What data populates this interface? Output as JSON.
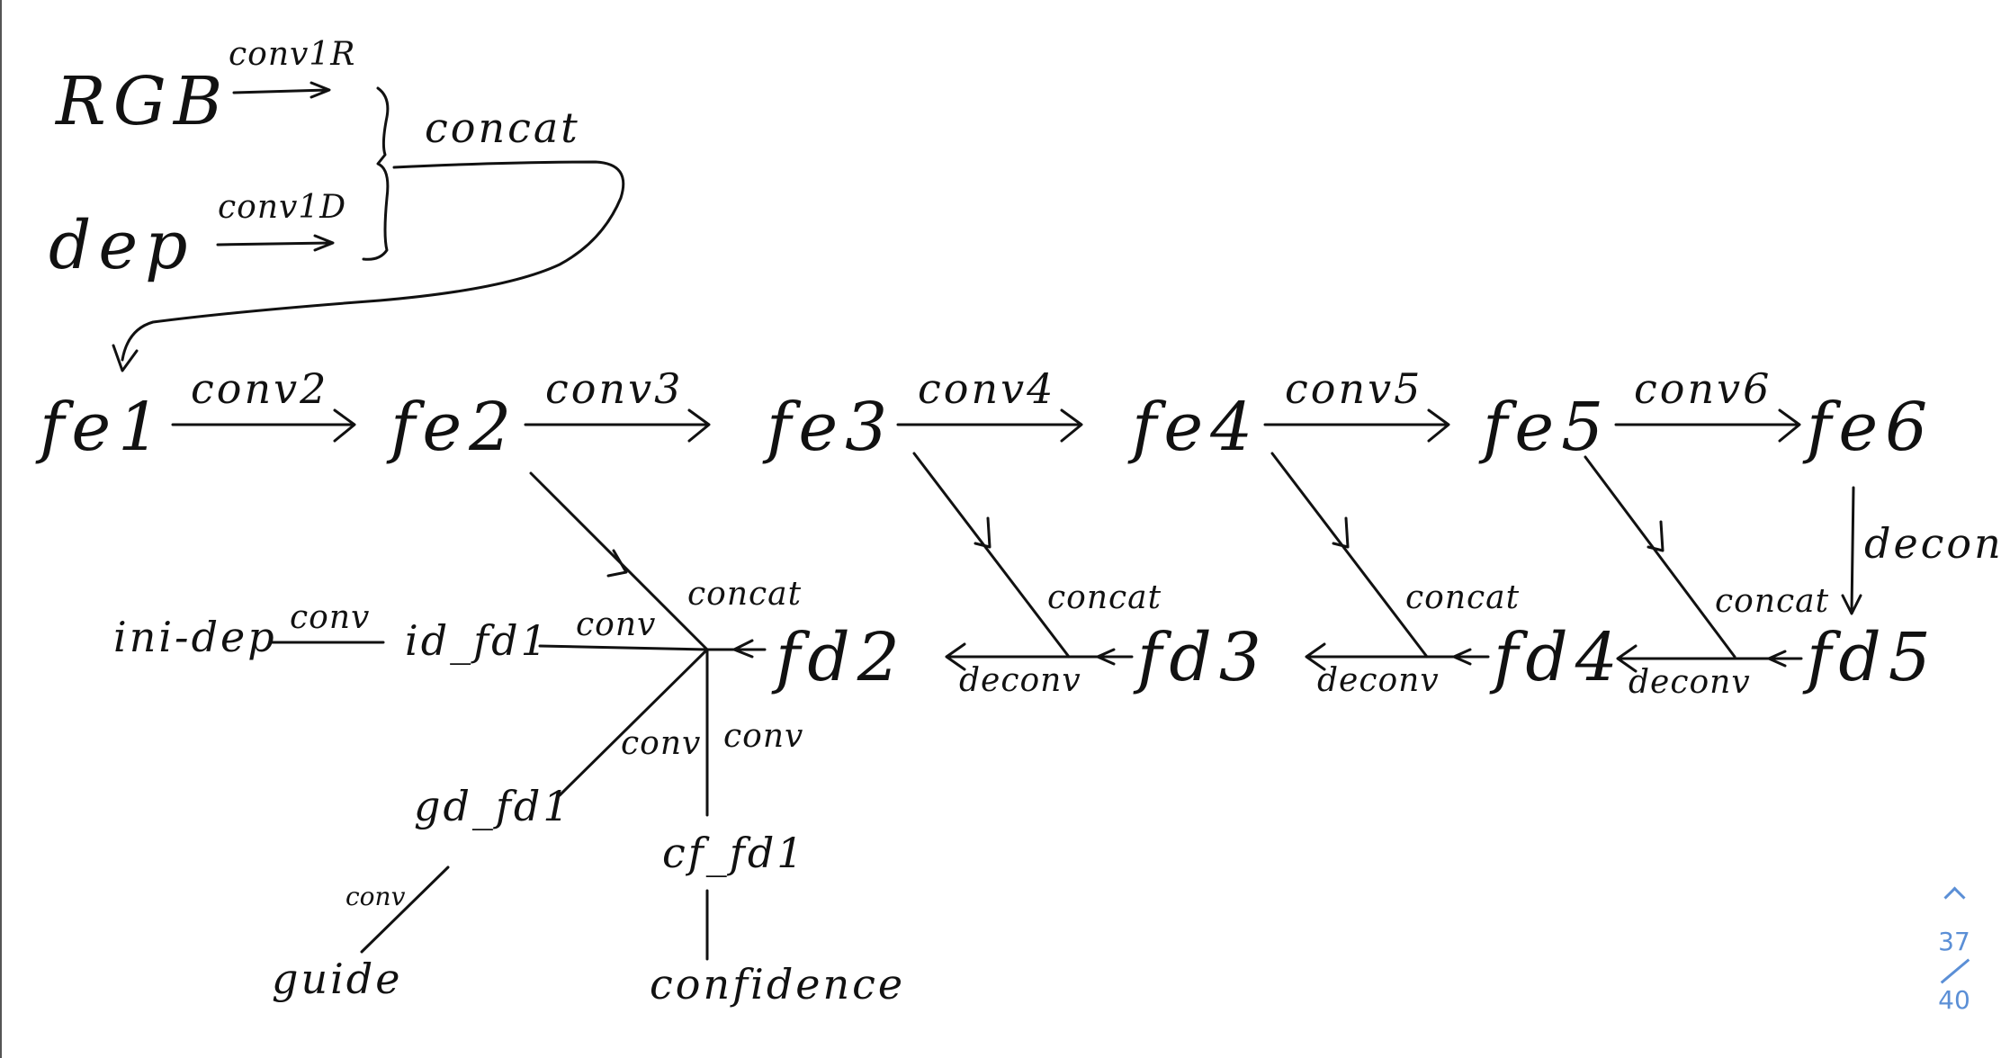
{
  "inputs": {
    "rgb": "RGB",
    "rgb_op": "conv1R",
    "dep": "dep",
    "dep_op": "conv1D",
    "merge_op": "concat"
  },
  "encoder": {
    "nodes": [
      "fe1",
      "fe2",
      "fe3",
      "fe4",
      "fe5",
      "fe6"
    ],
    "ops": [
      "conv2",
      "conv3",
      "conv4",
      "conv5",
      "conv6"
    ]
  },
  "decoder": {
    "nodes": [
      "fd2",
      "fd3",
      "fd4",
      "fd5"
    ],
    "deconv": "deconv",
    "concat": "concat"
  },
  "heads": {
    "ini_dep": "ini-dep",
    "id_fd1": "id_fd1",
    "gd_fd1": "gd_fd1",
    "cf_fd1": "cf_fd1",
    "guide": "guide",
    "confidence": "confidence",
    "conv": "conv"
  },
  "pager": {
    "current": "37",
    "total": "40",
    "up_icon": "chevron-up-icon"
  },
  "colors": {
    "ink": "#111111",
    "accent": "#5b8fd6"
  }
}
